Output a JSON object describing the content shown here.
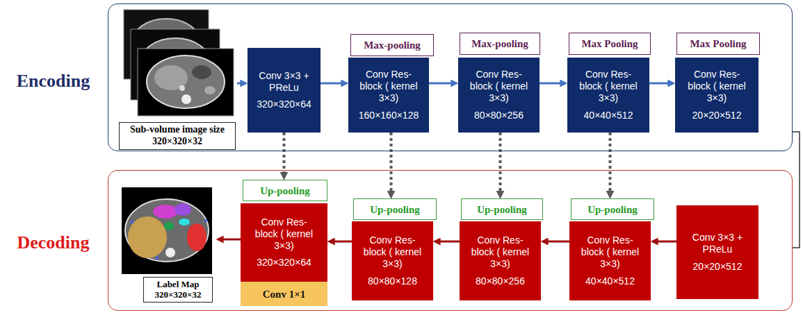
{
  "diagram": {
    "nodes": [
      {
        "text": [
          "Encoding"
        ]
      },
      {
        "text": [
          "Sub-volume image size 320×320×32"
        ],
        "in": 0
      },
      {
        "text": [
          "Conv 3×3 + PReLu",
          "320×320×64"
        ],
        "in": 0
      },
      {
        "text": [
          "Max-pooling"
        ],
        "in": 0
      },
      {
        "text": [
          "Conv Res-block ( kernel 3×3)",
          "160×160×128"
        ],
        "in": 0
      },
      {
        "text": [
          "Max-pooling"
        ],
        "in": 0
      },
      {
        "text": [
          "Conv Res-block ( kernel 3×3)",
          "80×80×256"
        ],
        "in": 0
      },
      {
        "text": [
          "Max Pooling"
        ],
        "in": 0
      },
      {
        "text": [
          "Conv Res-block ( kernel 3×3)",
          "40×40×512"
        ],
        "in": 0
      },
      {
        "text": [
          "Max Pooling"
        ],
        "in": 0
      },
      {
        "text": [
          "Conv Res-block ( kernel 3×3)",
          "20×20×512"
        ],
        "in": 0
      },
      {
        "text": [
          "Decoding"
        ]
      },
      {
        "text": [
          "Label Map 320×320×32"
        ],
        "in": 11
      },
      {
        "text": [
          "Up-pooling"
        ],
        "in": 11
      },
      {
        "text": [
          "Conv Res-block ( kernel 3×3)",
          "320×320×64"
        ],
        "in": 11
      },
      {
        "text": [
          "Conv 1×1"
        ],
        "in": 11
      },
      {
        "text": [
          "Up-pooling"
        ],
        "in": 11
      },
      {
        "text": [
          "Conv Res-block ( kernel 3×3)",
          "80×80×128"
        ],
        "in": 11
      },
      {
        "text": [
          "Up-pooling"
        ],
        "in": 11
      },
      {
        "text": [
          "Conv Res-block ( kernel 3×3)",
          "80×80×256"
        ],
        "in": 11
      },
      {
        "text": [
          "Up-pooling"
        ],
        "in": 11
      },
      {
        "text": [
          "Conv Res-block ( kernel 3×3)",
          "40×40×512"
        ],
        "in": 11
      },
      {
        "text": [
          "Conv 3×3 + PReLu",
          "20×20×512"
        ],
        "in": 11
      }
    ],
    "edges": [
      {
        "from": 1,
        "to": 2,
        "arrow": "to"
      },
      {
        "from": 2,
        "to": 4,
        "arrow": "to"
      },
      {
        "from": 4,
        "to": 6,
        "arrow": "to"
      },
      {
        "from": 6,
        "to": 8,
        "arrow": "to"
      },
      {
        "from": 8,
        "to": 10,
        "arrow": "to"
      },
      {
        "from": 22,
        "to": 21,
        "arrow": "to"
      },
      {
        "from": 21,
        "to": 19,
        "arrow": "to"
      },
      {
        "from": 19,
        "to": 17,
        "arrow": "to"
      },
      {
        "from": 17,
        "to": 14,
        "arrow": "to"
      },
      {
        "from": 14,
        "to": 12,
        "arrow": "to"
      },
      {
        "from": 2,
        "to": 13,
        "arrow": "to"
      },
      {
        "from": 4,
        "to": 16,
        "arrow": "to"
      },
      {
        "from": 6,
        "to": 18,
        "arrow": "to"
      },
      {
        "from": 8,
        "to": 20,
        "arrow": "to"
      },
      {
        "from": 0,
        "to": 11,
        "arrow": "none"
      }
    ]
  }
}
